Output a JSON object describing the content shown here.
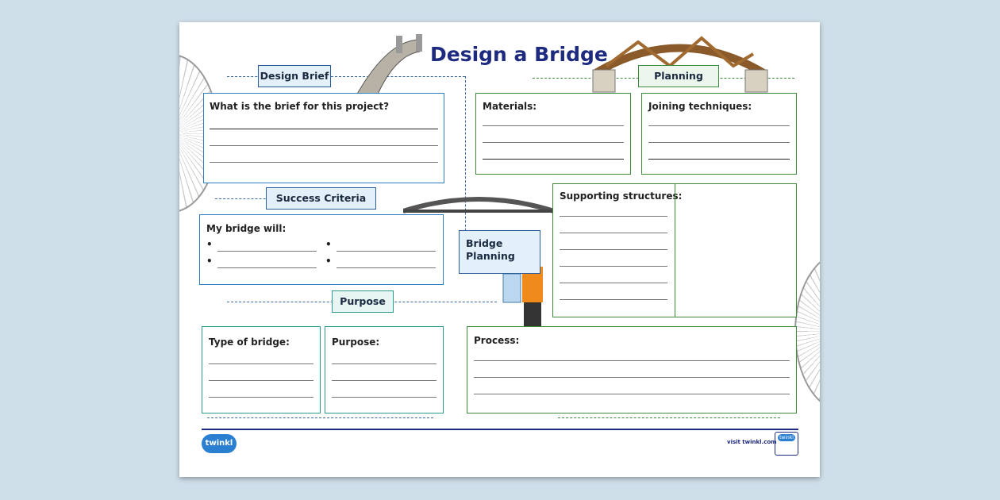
{
  "title": "Design a Bridge",
  "tags": {
    "design_brief": "Design Brief",
    "planning": "Planning",
    "success_criteria": "Success Criteria",
    "purpose": "Purpose",
    "bridge_planning": "Bridge Planning"
  },
  "boxes": {
    "brief": "What is the brief for this project?",
    "materials": "Materials:",
    "joining": "Joining techniques:",
    "supporting": "Supporting structures:",
    "my_bridge": "My bridge will:",
    "type": "Type of bridge:",
    "purpose": "Purpose:",
    "process": "Process:"
  },
  "bullet": "•",
  "footer": {
    "logo": "twinkl",
    "visit": "visit twinkl.com",
    "badge": "twinkl"
  },
  "colors": {
    "title": "#1d2a80",
    "blue": "#2e7fc1",
    "green": "#3d8a3d",
    "teal": "#2a9a8a"
  }
}
